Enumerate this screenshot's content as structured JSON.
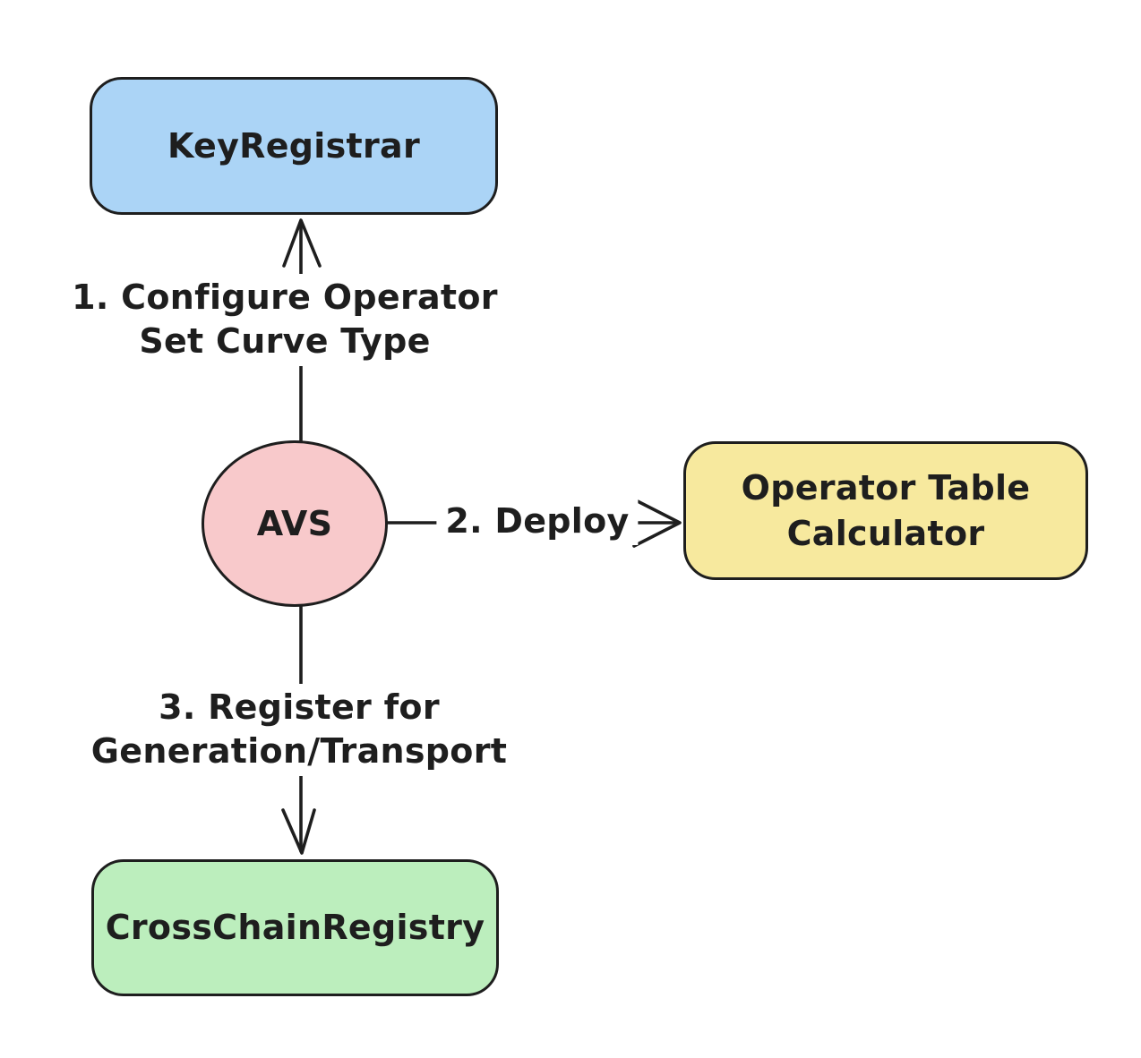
{
  "diagram": {
    "background_color": "#ffffff",
    "stroke_color": "#1e1e1e",
    "nodes": {
      "key_registrar": {
        "label": "KeyRegistrar",
        "shape": "rounded-rectangle",
        "fill": "#abd4f6"
      },
      "avs": {
        "label": "AVS",
        "shape": "ellipse",
        "fill": "#f8c9cb"
      },
      "operator_table_calculator": {
        "label_lines": [
          "Operator Table",
          "Calculator"
        ],
        "shape": "rounded-rectangle",
        "fill": "#f7e99e"
      },
      "cross_chain_registry": {
        "label": "CrossChainRegistry",
        "shape": "rounded-rectangle",
        "fill": "#bceebd"
      }
    },
    "edges": {
      "configure": {
        "from": "AVS",
        "to": "KeyRegistrar",
        "direction": "up",
        "label_lines": [
          "1. Configure Operator",
          "Set Curve Type"
        ]
      },
      "deploy": {
        "from": "AVS",
        "to": "Operator Table Calculator",
        "direction": "right",
        "label": "2. Deploy"
      },
      "register": {
        "from": "AVS",
        "to": "CrossChainRegistry",
        "direction": "down",
        "label_lines": [
          "3. Register for",
          "Generation/Transport"
        ]
      }
    }
  }
}
